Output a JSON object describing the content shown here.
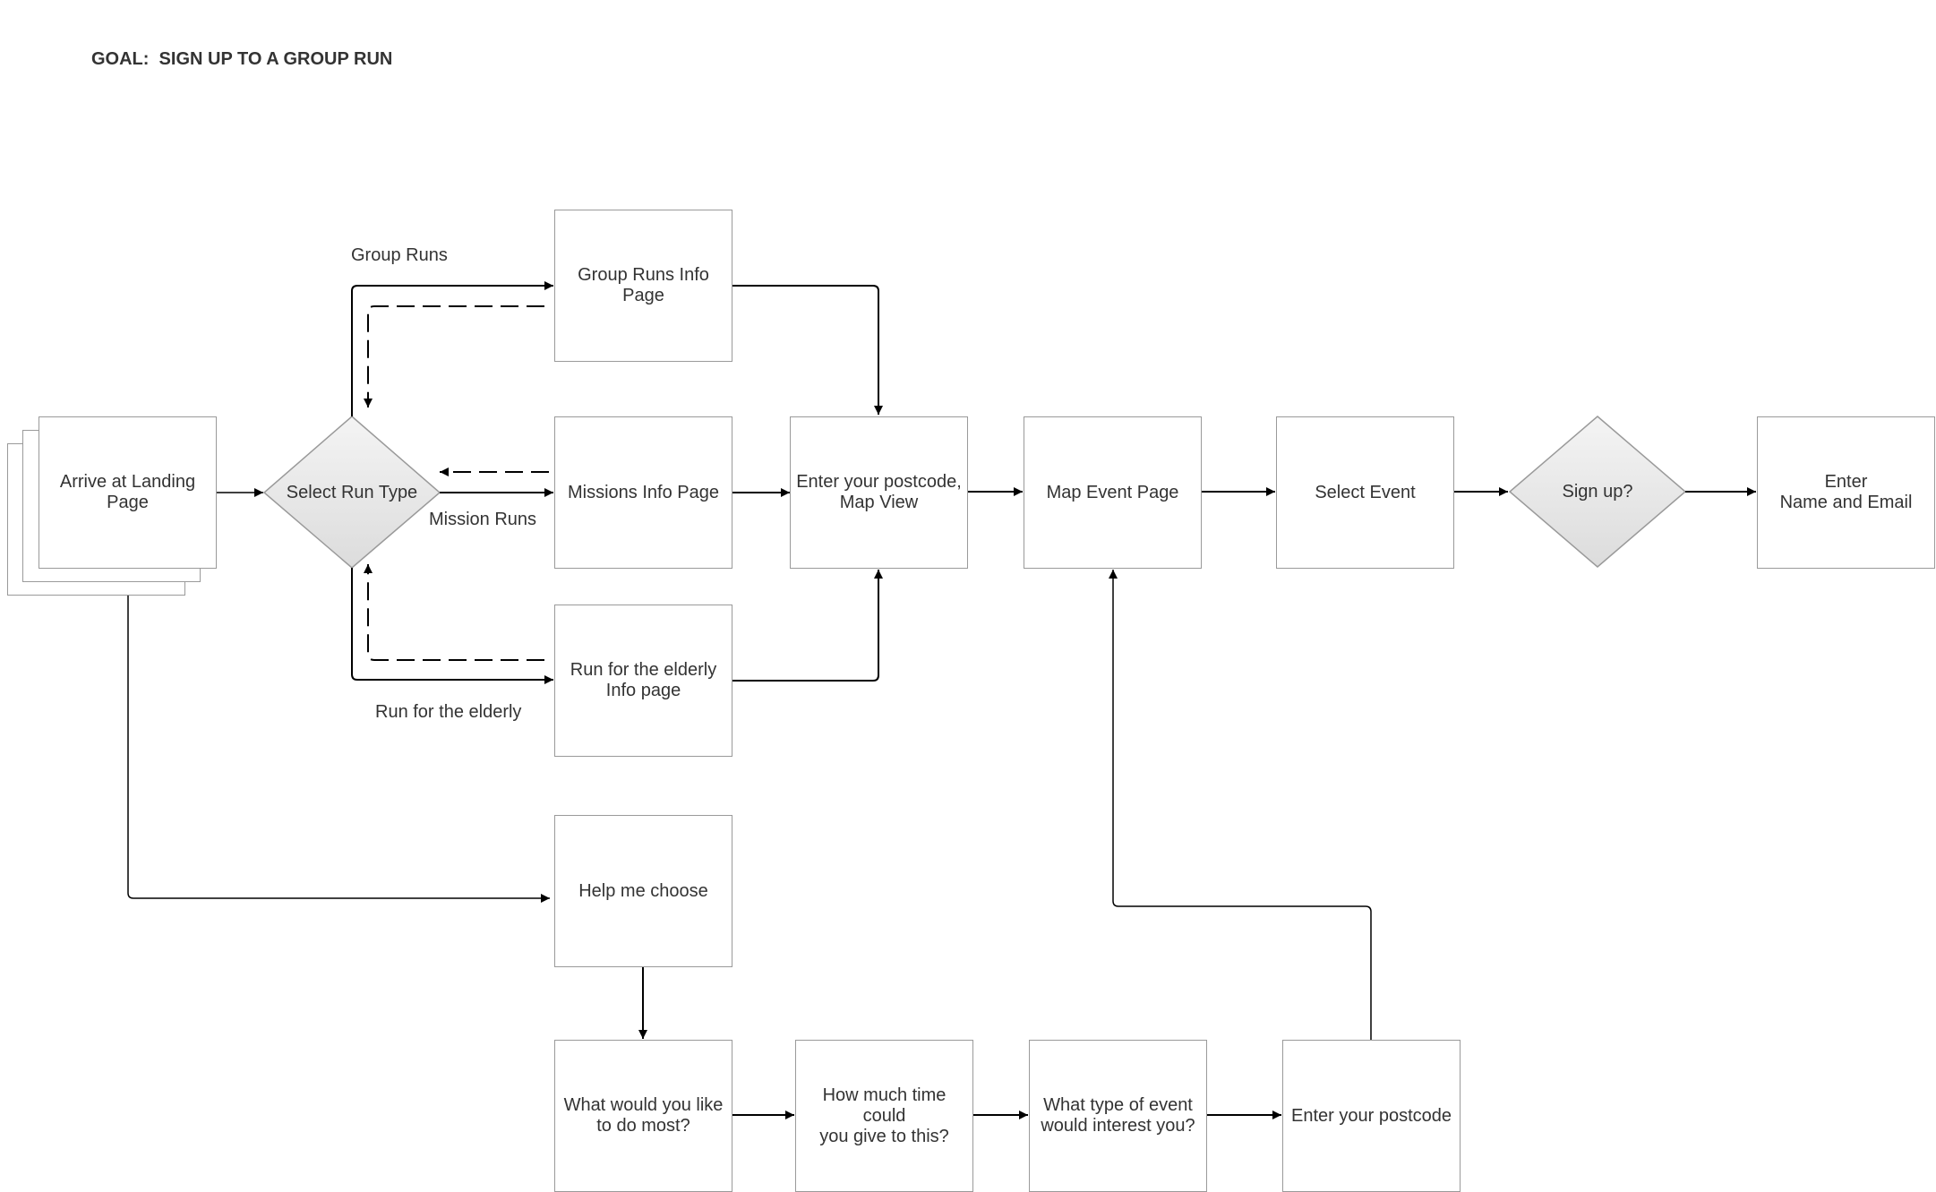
{
  "goal": "GOAL:  SIGN UP TO A GROUP RUN",
  "nodes": {
    "landing": "Arrive at Landing\nPage",
    "select_run_type": "Select Run Type",
    "group_runs_info": "Group Runs Info\nPage",
    "missions_info": "Missions Info Page",
    "elderly_info": "Run for the elderly\nInfo page",
    "postcode_map": "Enter your postcode,\nMap View",
    "map_event": "Map Event Page",
    "select_event": "Select Event",
    "sign_up": "Sign up?",
    "enter_name_email": "Enter\nName and Email",
    "help_choose": "Help me choose",
    "q_do_most": "What would you like\nto do most?",
    "q_time": "How much time could\nyou give to this?",
    "q_event_type": "What type of event\nwould interest you?",
    "enter_postcode": "Enter your postcode"
  },
  "edge_labels": {
    "group_runs": "Group Runs",
    "mission_runs": "Mission Runs",
    "run_elderly": "Run for the elderly"
  },
  "colors": {
    "line": "#000000",
    "border": "#9a9a9a",
    "diamond_fill_top": "#f4f4f4",
    "diamond_fill_bottom": "#dcdcdc"
  }
}
